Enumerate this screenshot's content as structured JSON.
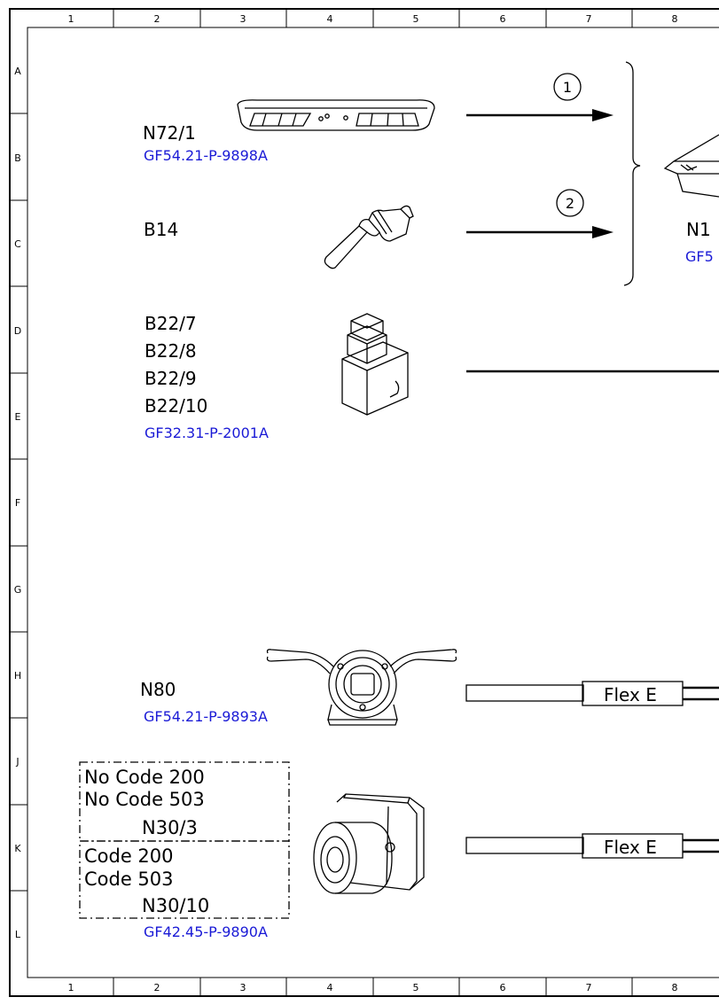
{
  "frame": {
    "columns": [
      "1",
      "2",
      "3",
      "4",
      "5",
      "6",
      "7",
      "8"
    ],
    "rows": [
      "A",
      "B",
      "C",
      "D",
      "E",
      "F",
      "G",
      "H",
      "J",
      "K",
      "L"
    ]
  },
  "components": {
    "n72_1": {
      "label": "N72/1",
      "ref": "GF54.21-P-9898A"
    },
    "b14": {
      "label": "B14"
    },
    "b22": {
      "labels": [
        "B22/7",
        "B22/8",
        "B22/9",
        "B22/10"
      ],
      "ref": "GF32.31-P-2001A"
    },
    "n80": {
      "label": "N80",
      "ref": "GF54.21-P-9893A"
    },
    "n30": {
      "group1": [
        "No Code 200",
        "No Code 503"
      ],
      "group1_label": "N30/3",
      "group2": [
        "Code 200",
        "Code 503"
      ],
      "group2_label": "N30/10",
      "ref": "GF42.45-P-9890A"
    }
  },
  "connections": {
    "arrow1": "1",
    "arrow2": "2",
    "target_label": "N1",
    "target_ref": "GF5",
    "flex1": "Flex E",
    "flex2": "Flex E"
  }
}
